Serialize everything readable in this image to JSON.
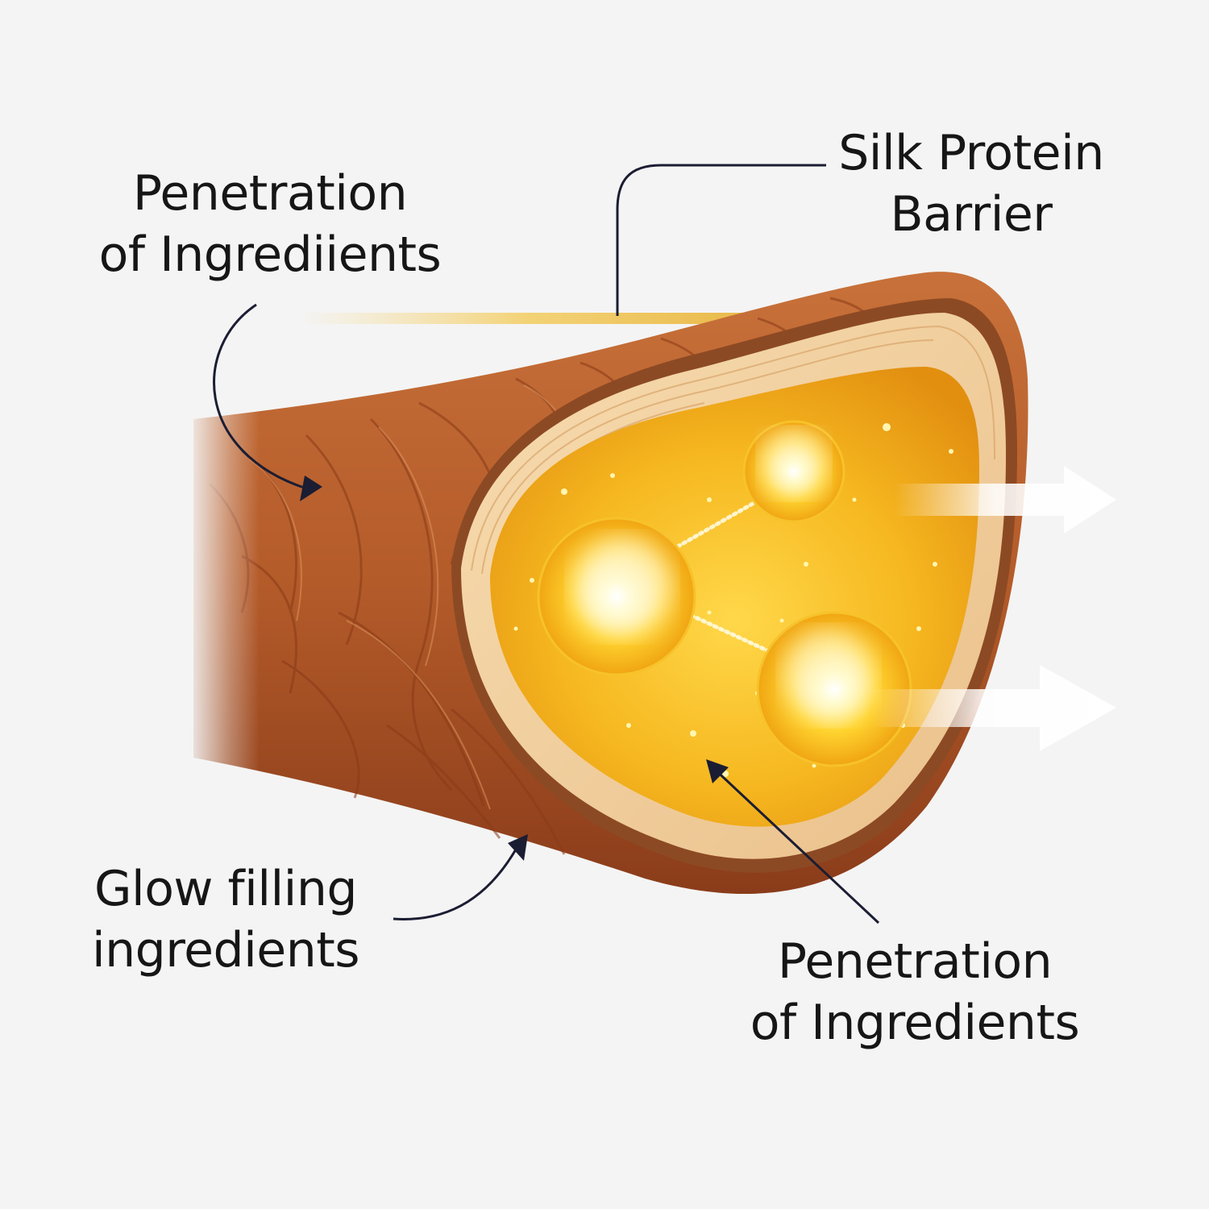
{
  "labels": {
    "top_left": {
      "line1": "Penetration",
      "line2": "of Ingrediients"
    },
    "top_right": {
      "line1": "Silk Protein",
      "line2": "Barrier"
    },
    "bottom_left": {
      "line1": "Glow filling",
      "line2": "ingredients"
    },
    "bottom_right": {
      "line1": "Penetration",
      "line2": "of Ingredients"
    }
  },
  "colors": {
    "background": "#f4f4f4",
    "skin_dark": "#8e3f1c",
    "skin_mid": "#b9622f",
    "skin_light": "#d98a52",
    "barrier_cream": "#f3d4a4",
    "core_gold": "#f5b214",
    "glow_yellow": "#fff27a",
    "text": "#161616",
    "pointer": "#1b1d33"
  },
  "icons": [
    "arrow-right-icon",
    "pointer-arrowhead-icon"
  ]
}
